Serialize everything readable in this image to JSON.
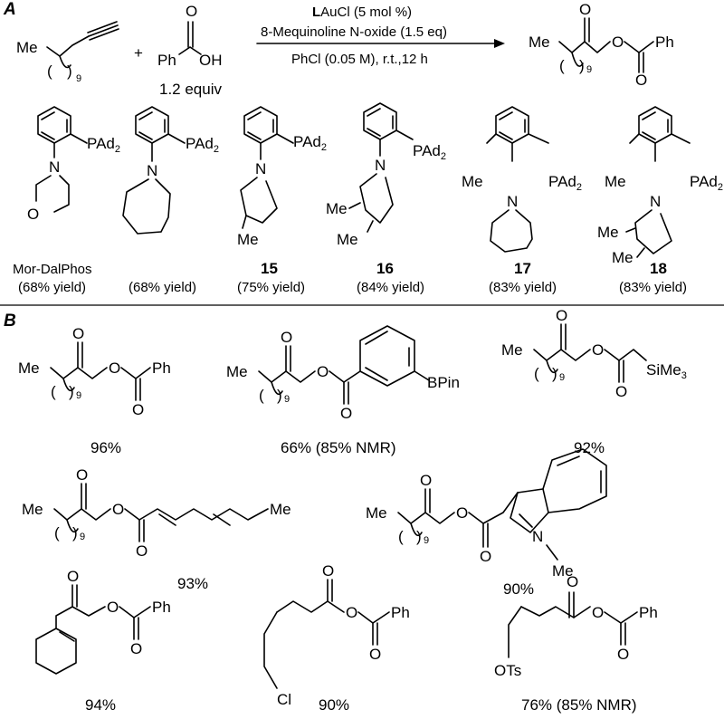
{
  "sections": {
    "a": "A",
    "b": "B"
  },
  "reaction": {
    "alkyne_me": "Me",
    "chain_n": "9",
    "plus": "+",
    "acid_ph": "Ph",
    "acid_o": "O",
    "acid_oh": "OH",
    "acid_equiv": "1.2 equiv",
    "cond_l": "L",
    "cond_line1_rest": "AuCl (5 mol %)",
    "cond_line2": "8-Mequinoline N-oxide (1.5 eq)",
    "cond_line3": "PhCl (0.05 M), r.t.,12 h",
    "prod_me": "Me",
    "prod_o1": "O",
    "prod_o2": "O",
    "prod_o3": "O",
    "prod_ph": "Ph",
    "prod_n": "9"
  },
  "ligands": [
    {
      "top": "PAd",
      "top_sub": "2",
      "n": "N",
      "ring_o": "O",
      "bold": "",
      "caption": "Mor-DalPhos",
      "yield": "(68% yield)"
    },
    {
      "top": "PAd",
      "top_sub": "2",
      "n": "N",
      "bold": "",
      "caption": "",
      "yield": "(68% yield)"
    },
    {
      "top": "PAd",
      "top_sub": "2",
      "n": "N",
      "me1": "Me",
      "bold": "15",
      "caption": "",
      "yield": "(75% yield)"
    },
    {
      "top": "PAd",
      "top_sub": "2",
      "n": "N",
      "me1": "Me",
      "me2": "Me",
      "bold": "16",
      "caption": "",
      "yield": "(84% yield)"
    },
    {
      "top": "PAd",
      "top_sub": "2",
      "n": "N",
      "arene_me": "Me",
      "bold": "17",
      "caption": "",
      "yield": "(83% yield)"
    },
    {
      "top": "PAd",
      "top_sub": "2",
      "n": "N",
      "arene_me": "Me",
      "me1": "Me",
      "me2": "Me",
      "bold": "18",
      "caption": "",
      "yield": "(83% yield)"
    }
  ],
  "products": [
    {
      "me": "Me",
      "n": "9",
      "o": "O",
      "r": "Ph",
      "yield": "96%"
    },
    {
      "me": "Me",
      "n": "9",
      "o": "O",
      "r": "BPin",
      "yield": "66%  (85% NMR)"
    },
    {
      "me": "Me",
      "n": "9",
      "o": "O",
      "r": "SiMe",
      "r_sub": "3",
      "yield": "92%"
    },
    {
      "me": "Me",
      "n": "9",
      "o": "O",
      "r": "Me",
      "yield": "93%"
    },
    {
      "me": "Me",
      "n": "9",
      "o": "O",
      "r_n": "N",
      "r": "Me",
      "yield": "90%"
    },
    {
      "o": "O",
      "r": "Ph",
      "yield": "94%"
    },
    {
      "o": "O",
      "r": "Ph",
      "cl": "Cl",
      "yield": "90%"
    },
    {
      "o": "O",
      "r": "Ph",
      "ots": "OTs",
      "yield": "76% (85% NMR)"
    }
  ]
}
